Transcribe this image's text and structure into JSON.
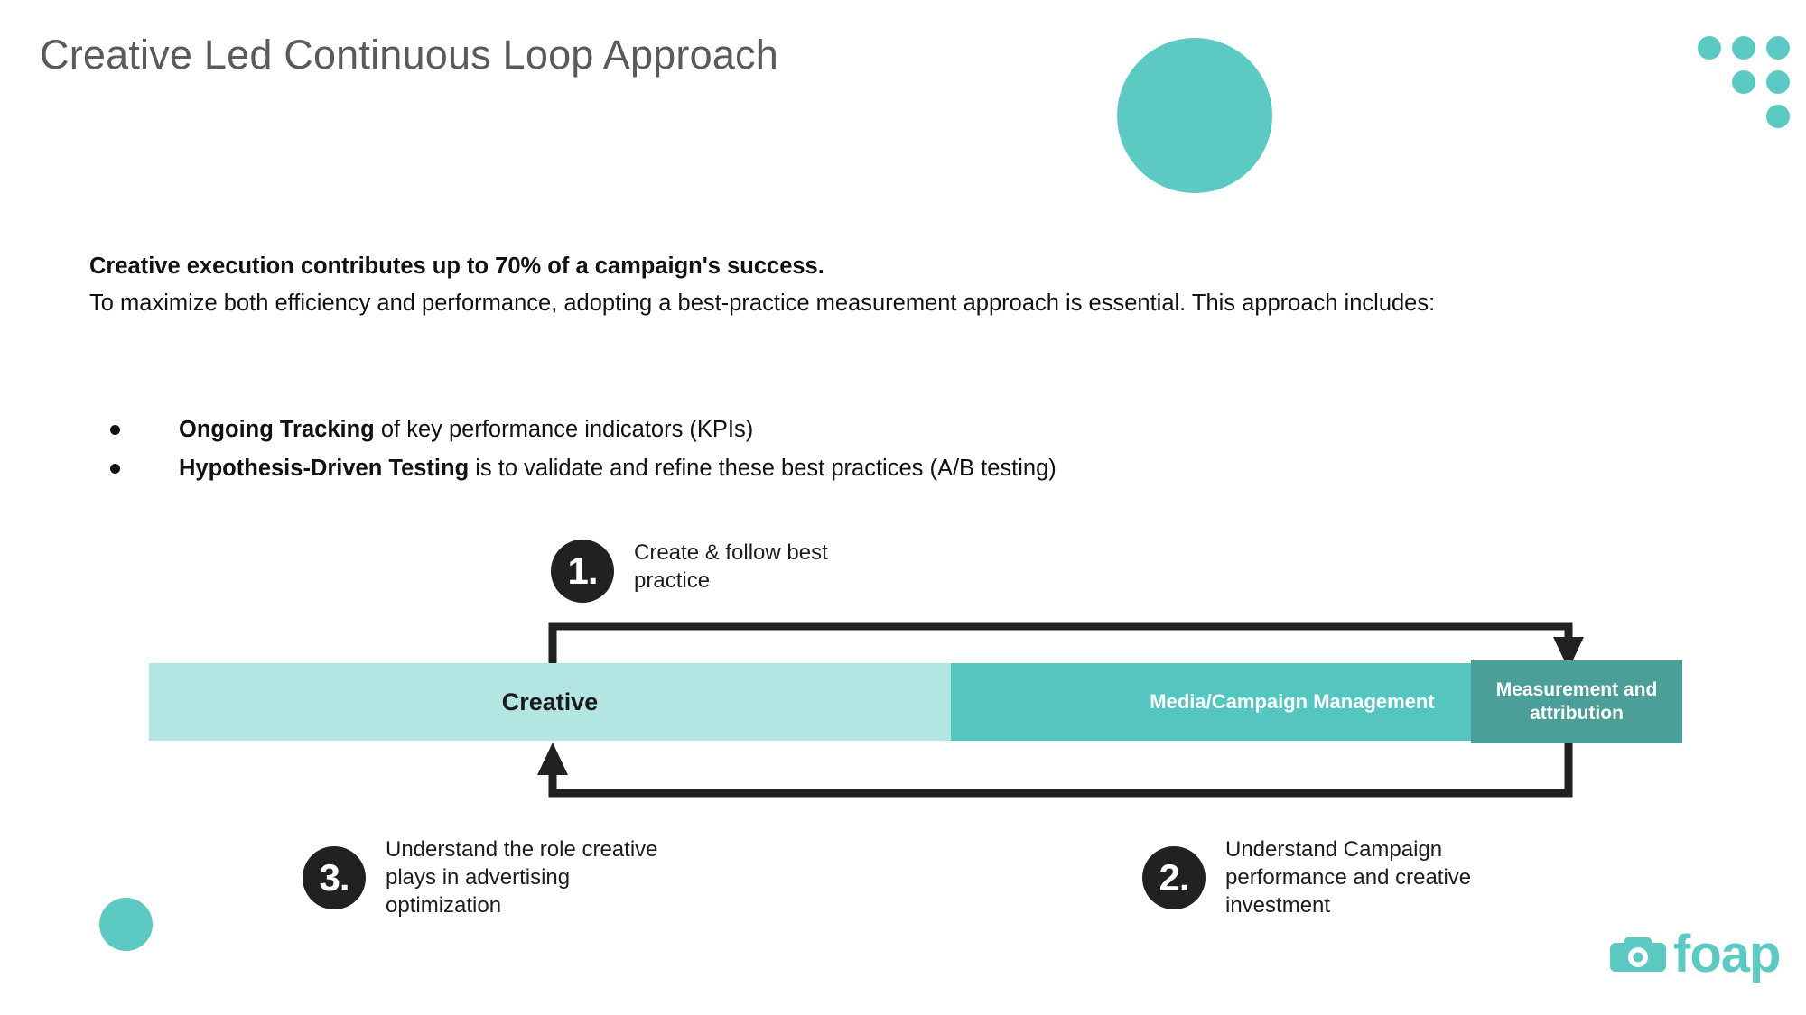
{
  "slide": {
    "title": "Creative Led Continuous Loop Approach",
    "background": "#FFFFFF"
  },
  "colors": {
    "accent_teal": "#5CC9C2",
    "bar_light": "#B3E5E2",
    "bar_mid": "#55C5BF",
    "bar_dark": "#4C9E99",
    "title_gray": "#5A5A5A",
    "badge_dark": "#212121",
    "body_text": "#111111"
  },
  "body": {
    "lead": "Creative execution contributes up to 70% of a campaign's success.",
    "sub": "To maximize both efficiency and performance, adopting a best-practice measurement approach is essential. This approach includes:"
  },
  "bullets": [
    {
      "strong": "Ongoing Tracking",
      "rest": " of key performance indicators (KPIs)"
    },
    {
      "strong": "Hypothesis-Driven Testing",
      "rest": " is to validate and refine these best practices (A/B testing)"
    }
  ],
  "diagram": {
    "bars": [
      {
        "label": "Creative",
        "shade": "light"
      },
      {
        "label": "Media/Campaign Management",
        "shade": "mid"
      },
      {
        "label": "Measurement\nand attribution",
        "shade": "dark"
      }
    ],
    "steps": [
      {
        "number": "1.",
        "text": "Create & follow best\npractice"
      },
      {
        "number": "2.",
        "text": "Understand Campaign\nperformance and creative\ninvestment"
      },
      {
        "number": "3.",
        "text": "Understand the role creative\nplays in advertising\noptimization"
      }
    ]
  },
  "logo": {
    "wordmark": "foap",
    "icon": "camera-icon"
  },
  "decorations": {
    "dot_grid_count": 6,
    "circle_large": "decorative-circle",
    "circle_small": "decorative-circle"
  }
}
